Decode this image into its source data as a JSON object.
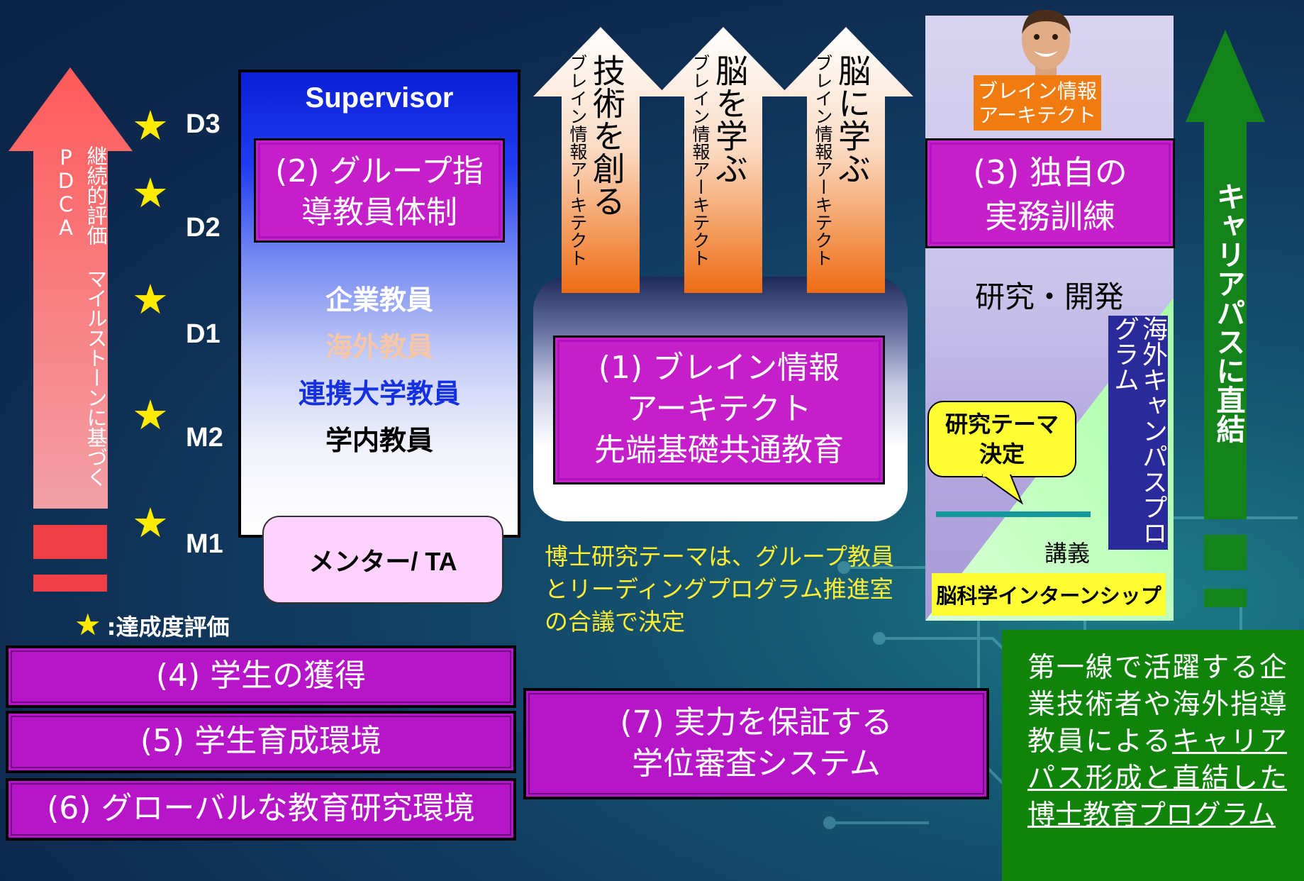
{
  "left": {
    "pdca_label": "継続的評価 マイルストーンに基づくPDCA",
    "pdca_color": "#ee3f46",
    "levels": [
      "D3",
      "D2",
      "D1",
      "M2",
      "M1"
    ],
    "legend_label": ":達成度評価",
    "star_icon": "star-icon",
    "star_color": "#ffea00"
  },
  "supervisor": {
    "title": "Supervisor",
    "box2_line1": "(2) グループ指",
    "box2_line2": "導教員体制",
    "faculty": [
      {
        "label": "企業教員",
        "color": "#ffffff"
      },
      {
        "label": "海外教員",
        "color": "#f6c6a6"
      },
      {
        "label": "連携大学教員",
        "color": "#1430e0"
      },
      {
        "label": "学内教員",
        "color": "#000000"
      }
    ],
    "mentor": "メンター/ TA"
  },
  "center": {
    "arrows": [
      {
        "big": "技術を創る",
        "small": "ブレイン情報アーキテクト"
      },
      {
        "big": "脳を学ぶ",
        "small": "ブレイン情報アーキテクト"
      },
      {
        "big": "脳に学ぶ",
        "small": "ブレイン情報アーキテクト"
      }
    ],
    "box1_line1": "(1) ブレイン情報",
    "box1_line2": "アーキテクト",
    "box1_line3": "先端基礎共通教育",
    "decision_text": "博士研究テーマは、グループ教員とリーディングプログラム推進室の合議で決定",
    "decision_color": "#ffee33"
  },
  "right": {
    "orange_label_line1": "ブレイン情報",
    "orange_label_line2": "アーキテクト",
    "box3_line1": "(3) 独自の",
    "box3_line2": "実務訓練",
    "research_dev": "研究・開発",
    "overseas_campus": "海外キャンパスプログラム",
    "bubble_line1": "研究テーマ",
    "bubble_line2": "決定",
    "lecture": "講義",
    "internship": "脳科学インターンシップ",
    "career_label": "キャリアパスに直結",
    "career_color": "#14831b",
    "green_plain": "第一線で活躍する企業技術者や海外指導教員による",
    "green_underlined": "キャリアパス形成と直結した博士教育プログラム"
  },
  "bottom": {
    "box4": "(4) 学生の獲得",
    "box5": "(5) 学生育成環境",
    "box6": "(6) グローバルな教育研究環境",
    "box7_line1": "(7) 実力を保証する",
    "box7_line2": "学位審査システム"
  },
  "colors": {
    "magenta_box": "#c51fc9",
    "bottom_box": "#b716c8",
    "orange": "#f07b10"
  }
}
